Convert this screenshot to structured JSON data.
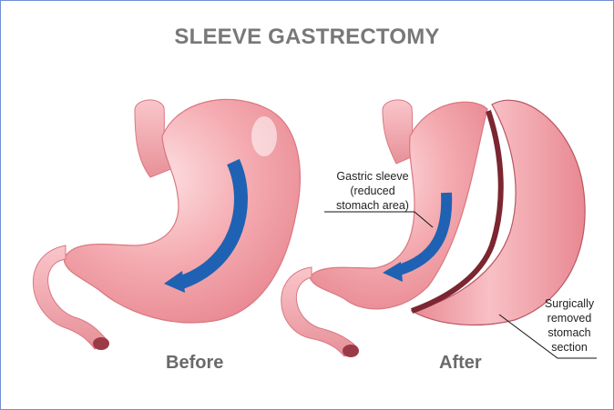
{
  "title": "SLEEVE GASTRECTOMY",
  "labels": {
    "before": "Before",
    "after": "After"
  },
  "callouts": {
    "sleeve": [
      "Gastric sleeve",
      "(reduced",
      "stomach area)"
    ],
    "removed": [
      "Surgically",
      "removed",
      "stomach",
      "section"
    ]
  },
  "colors": {
    "stomach": "#f1a3aa",
    "stomach_shadow": "#d97880",
    "arrow": "#1f62b3",
    "border": "#6f8fd6",
    "text": "#787878"
  }
}
